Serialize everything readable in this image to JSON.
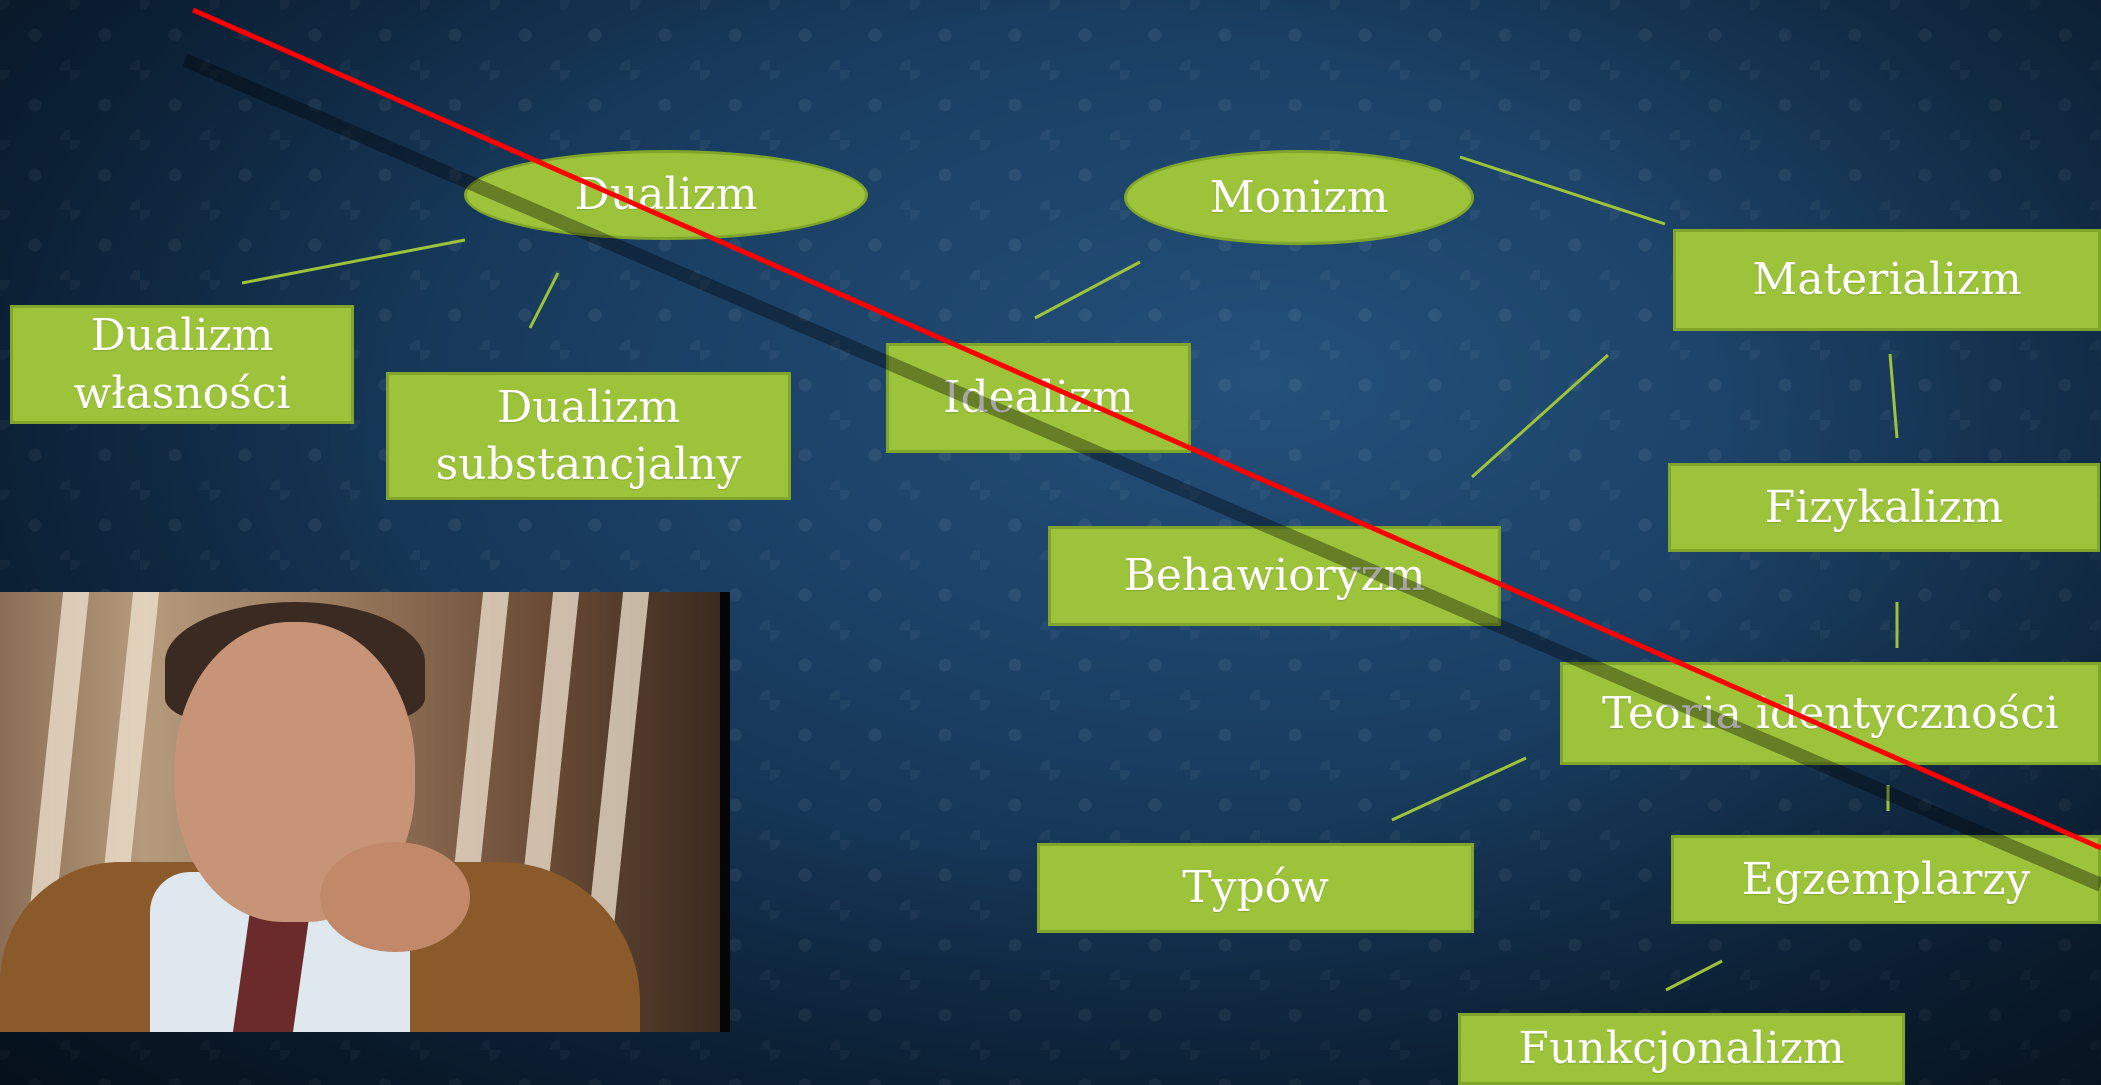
{
  "nodes": {
    "dualizm": "Dualizm",
    "monizm": "Monizm",
    "dualizm_wlasnosci": "Dualizm\nwłasności",
    "dualizm_substancjalny": "Dualizm\nsubstancjalny",
    "idealizm": "Idealizm",
    "materializm": "Materializm",
    "fizykalizm": "Fizykalizm",
    "behawioryzm": "Behawioryzm",
    "teoria_identycznosci": "Teoria identyczności",
    "typow": "Typów",
    "egzemplarzy": "Egzemplarzy",
    "funkcjonalizm": "Funkcjonalizm"
  },
  "colors": {
    "node_fill": "#9dc33b",
    "node_border": "#7fa62a",
    "connector": "#9dc33b",
    "strike_line": "#ff0000",
    "background": "#1a3f63"
  }
}
